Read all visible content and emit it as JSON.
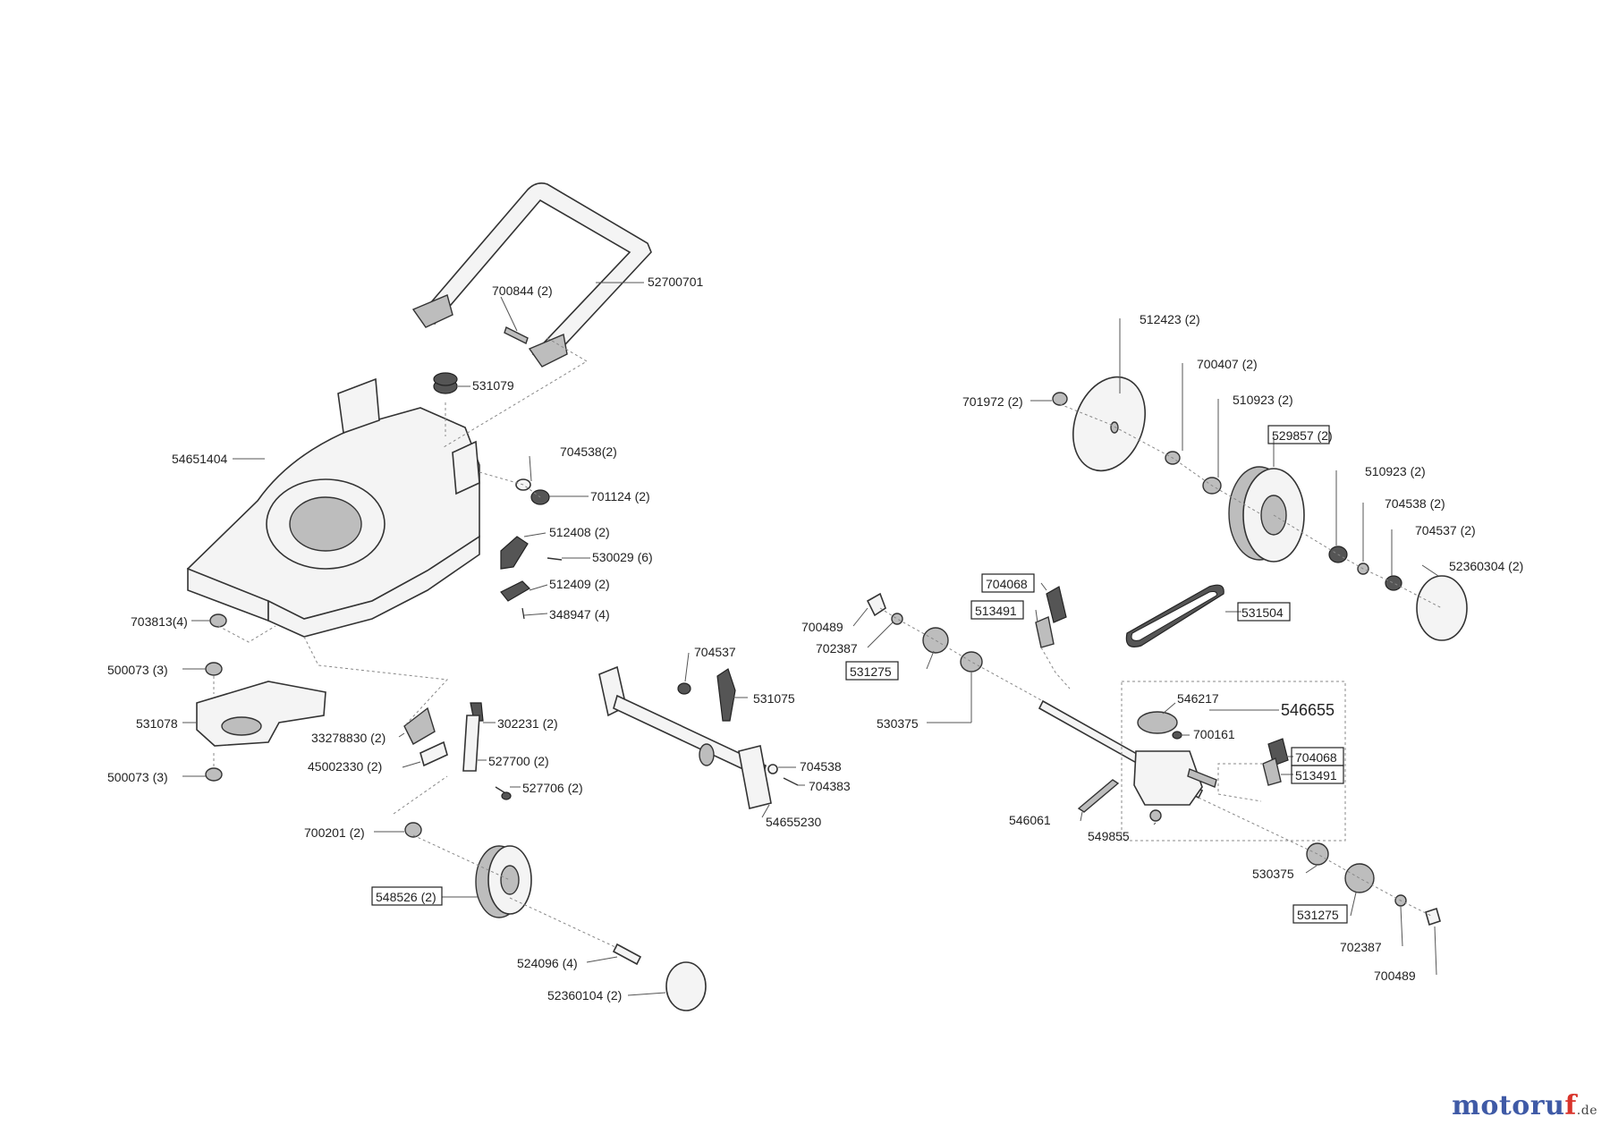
{
  "diagram": {
    "labels": {
      "l_52700701": "52700701",
      "l_700844": "700844 (2)",
      "l_531079": "531079",
      "l_54651404": "54651404",
      "l_704538_2a": "704538(2)",
      "l_701124": "701124 (2)",
      "l_512408": "512408 (2)",
      "l_530029": "530029 (6)",
      "l_512409": "512409 (2)",
      "l_348947": "348947 (4)",
      "l_703813": "703813(4)",
      "l_500073a": "500073 (3)",
      "l_531078": "531078",
      "l_500073b": "500073 (3)",
      "l_33278830": "33278830 (2)",
      "l_302231": "302231 (2)",
      "l_45002330": "45002330 (2)",
      "l_527700": "527700 (2)",
      "l_527706": "527706 (2)",
      "l_700201": "700201 (2)",
      "l_548526": "548526 (2)",
      "l_524096": "524096 (4)",
      "l_52360104": "52360104 (2)",
      "l_704537a": "704537",
      "l_531075": "531075",
      "l_704538b": "704538",
      "l_704383": "704383",
      "l_54655230": "54655230",
      "l_512423": "512423 (2)",
      "l_700407": "700407 (2)",
      "l_701972": "701972 (2)",
      "l_510923a": "510923 (2)",
      "l_529857": "529857 (2)",
      "l_510923b": "510923 (2)",
      "l_704538c": "704538 (2)",
      "l_704537b": "704537 (2)",
      "l_52360304": "52360304 (2)",
      "l_704068a": "704068",
      "l_513491a": "513491",
      "l_531504": "531504",
      "l_700489a": "700489",
      "l_702387a": "702387",
      "l_531275a": "531275",
      "l_530375a": "530375",
      "l_546217": "546217",
      "l_546655": "546655",
      "l_700161": "700161",
      "l_704068b": "704068",
      "l_513491b": "513491",
      "l_546061": "546061",
      "l_549855": "549855",
      "l_530375b": "530375",
      "l_531275b": "531275",
      "l_702387b": "702387",
      "l_700489b": "700489"
    },
    "logo": {
      "main": "motoru",
      "accent": "f",
      "suffix": ".de"
    }
  }
}
